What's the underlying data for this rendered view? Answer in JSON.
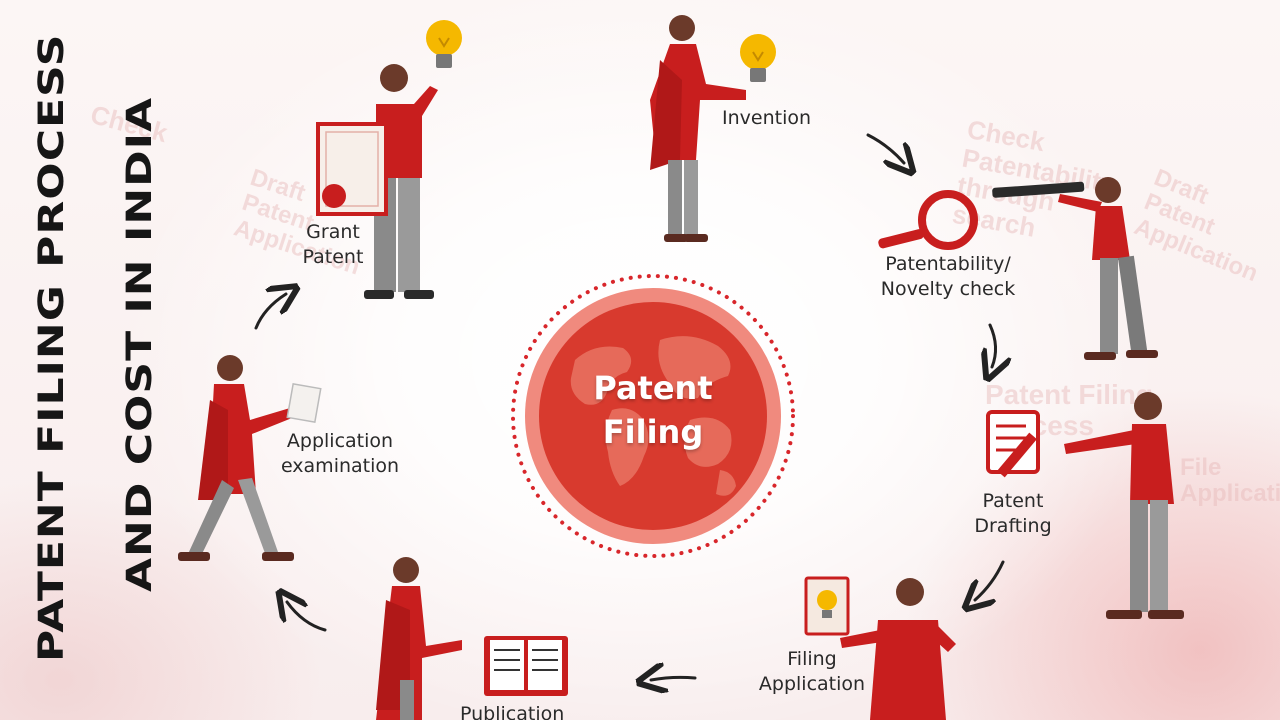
{
  "title": {
    "line1": "PATENT FILING PROCESS",
    "line2": "AND COST IN INDIA"
  },
  "center_label": {
    "line1": "Patent",
    "line2": "Filing"
  },
  "steps": [
    {
      "id": "invention",
      "label": "Invention"
    },
    {
      "id": "patentability",
      "label_line1": "Patentability/",
      "label_line2": "Novelty check"
    },
    {
      "id": "drafting",
      "label_line1": "Patent",
      "label_line2": "Drafting"
    },
    {
      "id": "filing",
      "label_line1": "Filing",
      "label_line2": "Application"
    },
    {
      "id": "publication",
      "label": "Publication"
    },
    {
      "id": "examination",
      "label_line1": "Application",
      "label_line2": "examination"
    },
    {
      "id": "grant",
      "label_line1": "Grant",
      "label_line2": "Patent"
    }
  ],
  "background_text": {
    "check_patentability": "Check\nPatentability\nthrough\nsearch",
    "draft_patent_application": "Draft\nPatent\nApplication",
    "patent_filing_process": "Patent Filing\nProcess",
    "file_application": "File\nApplication",
    "check_left": "Check",
    "draft_left": "Draft\nPatent\nApplication"
  },
  "colors": {
    "accent": "#d42a2a",
    "shirt": "#c81e1e",
    "pants": "#8a8a8a",
    "circle_fill": "#d83a2e",
    "circle_ring": "#f08a7e",
    "dots": "#d8262b",
    "bulb": "#f5b800",
    "text": "#2a2a2a"
  }
}
